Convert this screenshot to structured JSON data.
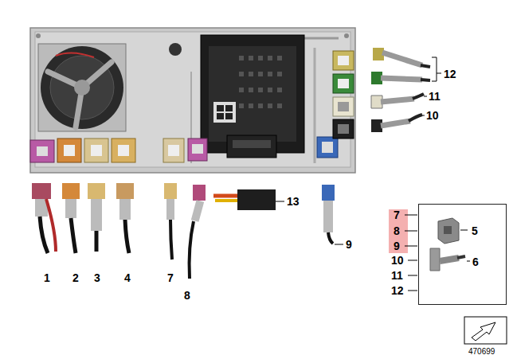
{
  "diagram": {
    "nodes": [
      {
        "text": [
          "5",
          "6"
        ]
      }
    ],
    "labels": [
      "12",
      "11",
      "10",
      "13",
      "1",
      "2",
      "3",
      "4",
      "7",
      "9",
      "8",
      "7",
      "8",
      "9",
      "10",
      "11",
      "12",
      "470699"
    ]
  }
}
